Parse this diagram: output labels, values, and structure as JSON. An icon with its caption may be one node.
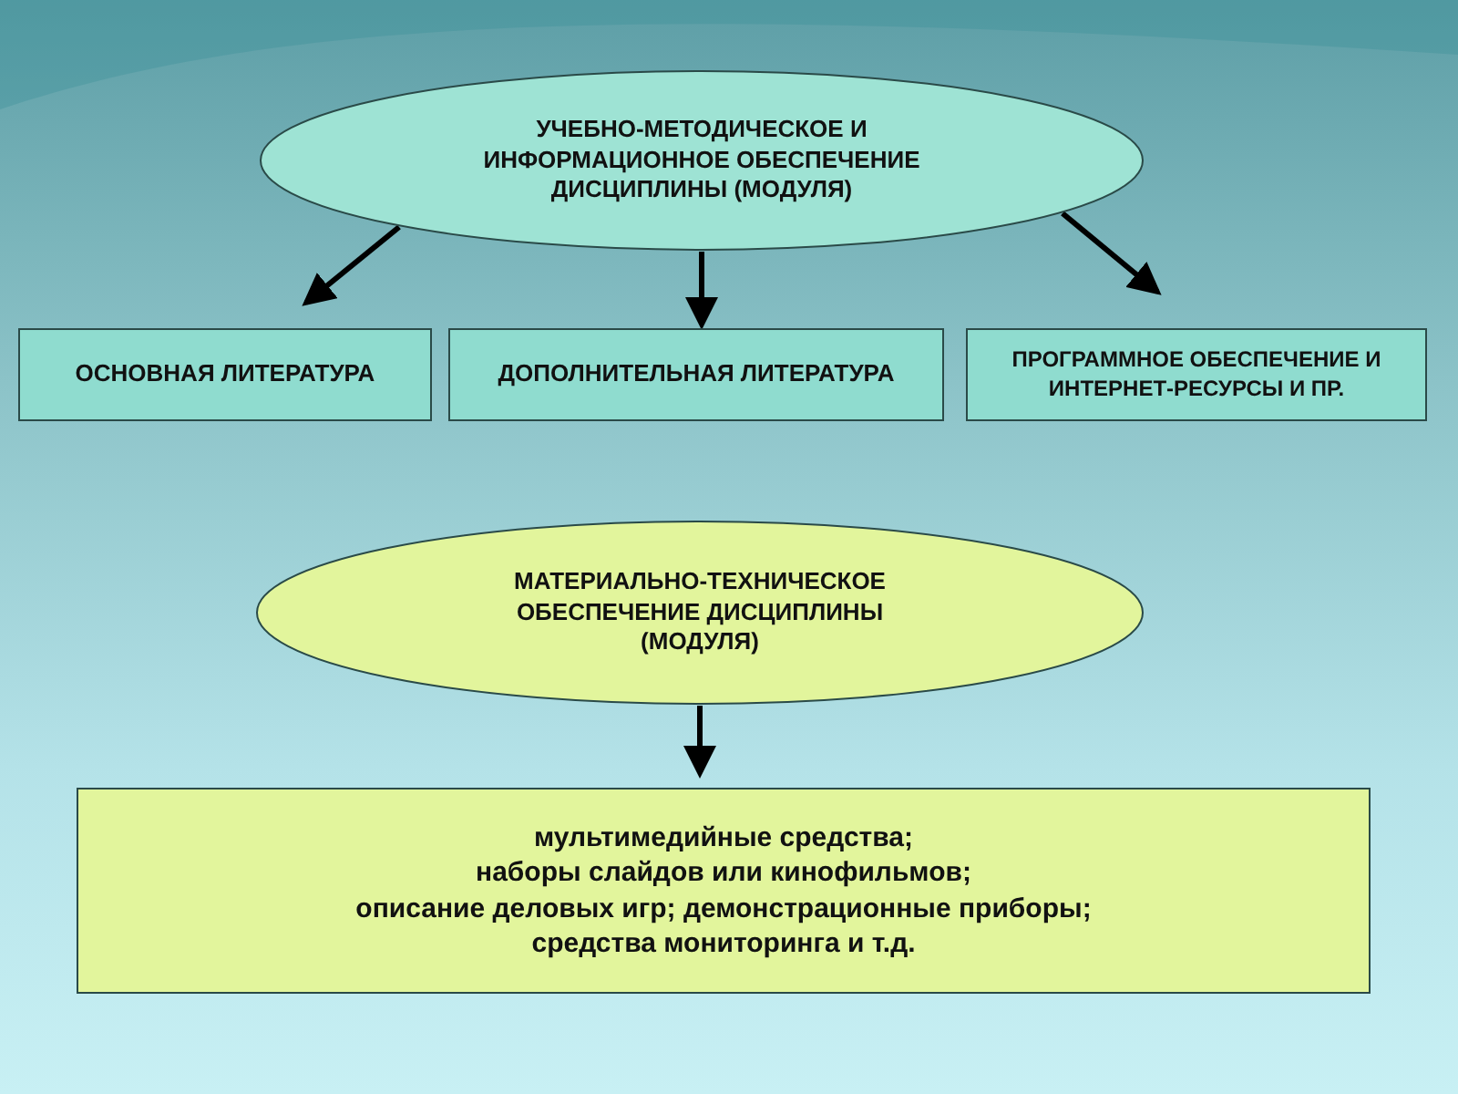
{
  "diagram": {
    "nodes": [
      {
        "text": [
          "УЧЕБНО-МЕТОДИЧЕСКОЕ И ИНФОРМАЦИОННОЕ ОБЕСПЕЧЕНИЕ ДИСЦИПЛИНЫ (МОДУЛЯ)"
        ]
      },
      {
        "text": [
          "ОСНОВНАЯ ЛИТЕРАТУРА"
        ]
      },
      {
        "text": [
          "ДОПОЛНИТЕЛЬНАЯ ЛИТЕРАТУРА"
        ]
      },
      {
        "text": [
          "ПРОГРАММНОЕ ОБЕСПЕЧЕНИЕ И ИНТЕРНЕТ-РЕСУРСЫ И ПР."
        ]
      },
      {
        "text": [
          "МАТЕРИАЛЬНО-ТЕХНИЧЕСКОЕ ОБЕСПЕЧЕНИЕ ДИСЦИПЛИНЫ (МОДУЛЯ)"
        ]
      },
      {
        "text": [
          "мультимедийные средства;",
          "наборы слайдов или кинофильмов;",
          "описание деловых игр; демонстрационные приборы;",
          "средства мониторинга и т.д."
        ]
      }
    ],
    "edges": [
      {
        "from": 0,
        "to": 1,
        "arrow": "to"
      },
      {
        "from": 0,
        "to": 2,
        "arrow": "to"
      },
      {
        "from": 0,
        "to": 3,
        "arrow": "to"
      },
      {
        "from": 4,
        "to": 5,
        "arrow": "to"
      }
    ]
  }
}
